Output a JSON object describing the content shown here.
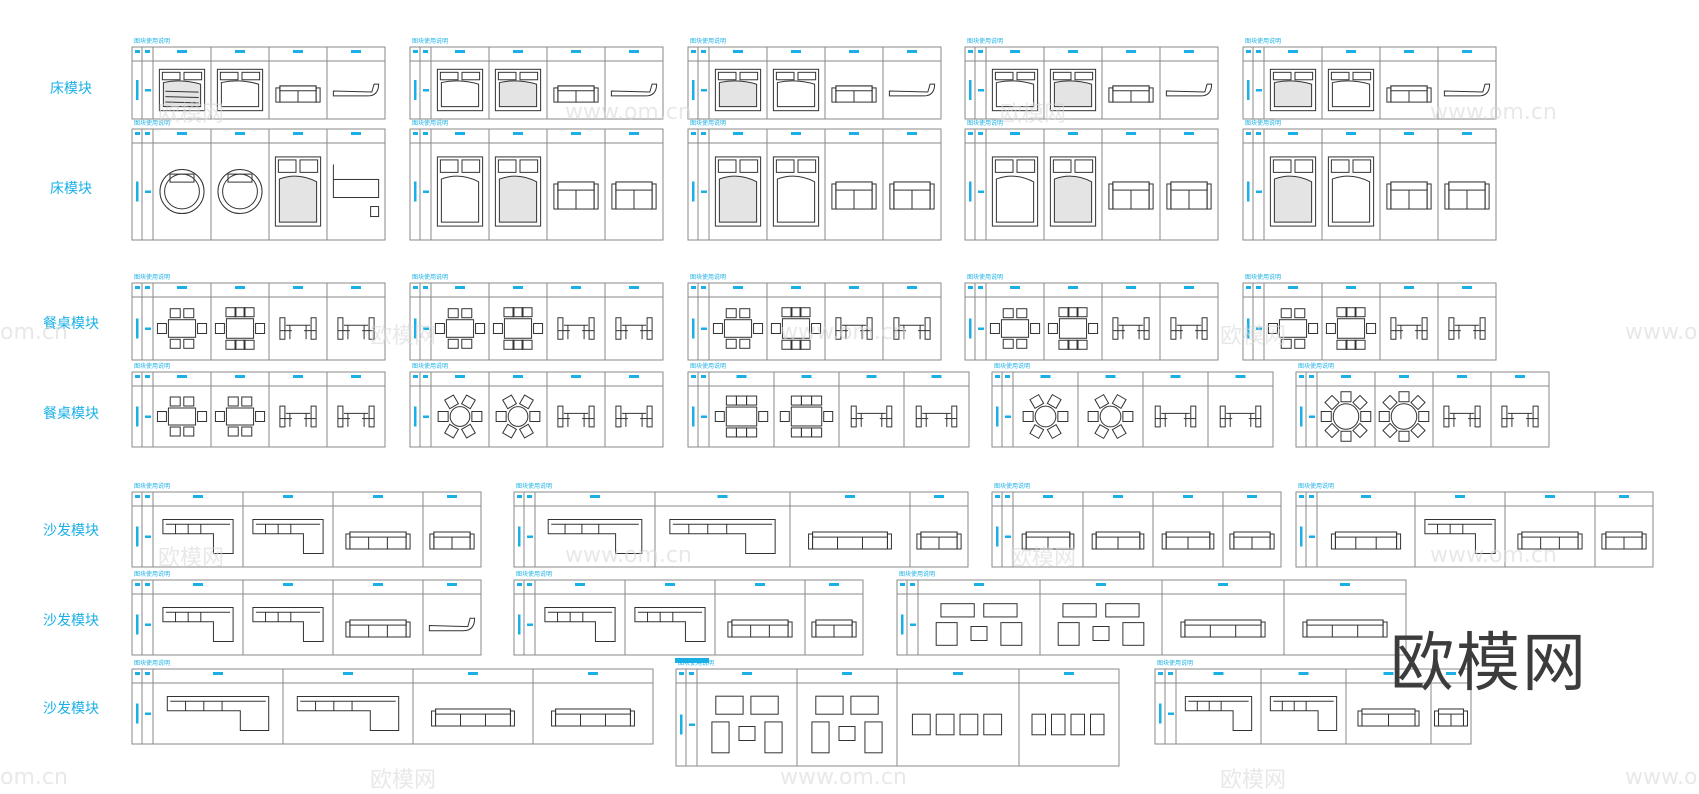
{
  "row_labels": {
    "bed_1": "床模块",
    "bed_2": "床模块",
    "dining_1": "餐桌模块",
    "dining_2": "餐桌模块",
    "sofa_1": "沙发模块",
    "sofa_2": "沙发模块",
    "sofa_3": "沙发模块"
  },
  "group_caption": "图块使用说明",
  "watermark": {
    "brand": "欧模网",
    "url": "www.om.cn",
    "url_fragment": "om.cn",
    "big": "欧模网"
  },
  "colors": {
    "accent": "#1ab0e6",
    "line": "#333333",
    "frame": "#8a8a8a"
  }
}
